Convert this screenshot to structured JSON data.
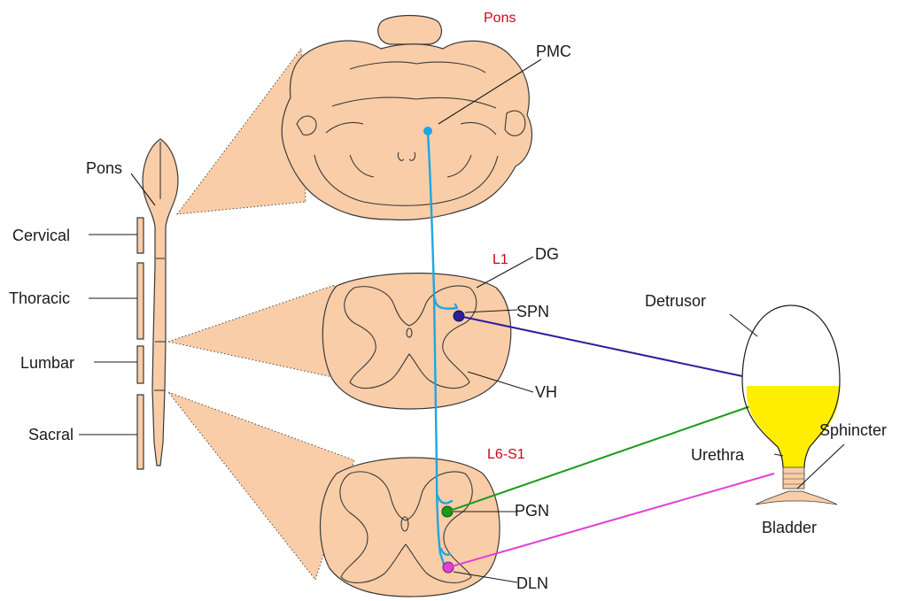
{
  "labels": {
    "pons_title": "Pons",
    "pmc": "PMC",
    "cord_pons": "Pons",
    "cervical": "Cervical",
    "thoracic": "Thoracic",
    "lumbar": "Lumbar",
    "sacral": "Sacral",
    "l1": "L1",
    "dg": "DG",
    "spn": "SPN",
    "vh": "VH",
    "l6s1": "L6-S1",
    "pgn": "PGN",
    "dln": "DLN",
    "detrusor": "Detrusor",
    "sphincter": "Sphincter",
    "urethra": "Urethra",
    "bladder": "Bladder"
  },
  "colors": {
    "tissue": "#f9cda7",
    "pmc_neuron": "#1fa6e3",
    "spn_pathway": "#2b1f9e",
    "pgn_pathway": "#1a9b1a",
    "dln_pathway": "#e040d8",
    "urine": "#ffee00",
    "region_label": "#d0021b"
  }
}
